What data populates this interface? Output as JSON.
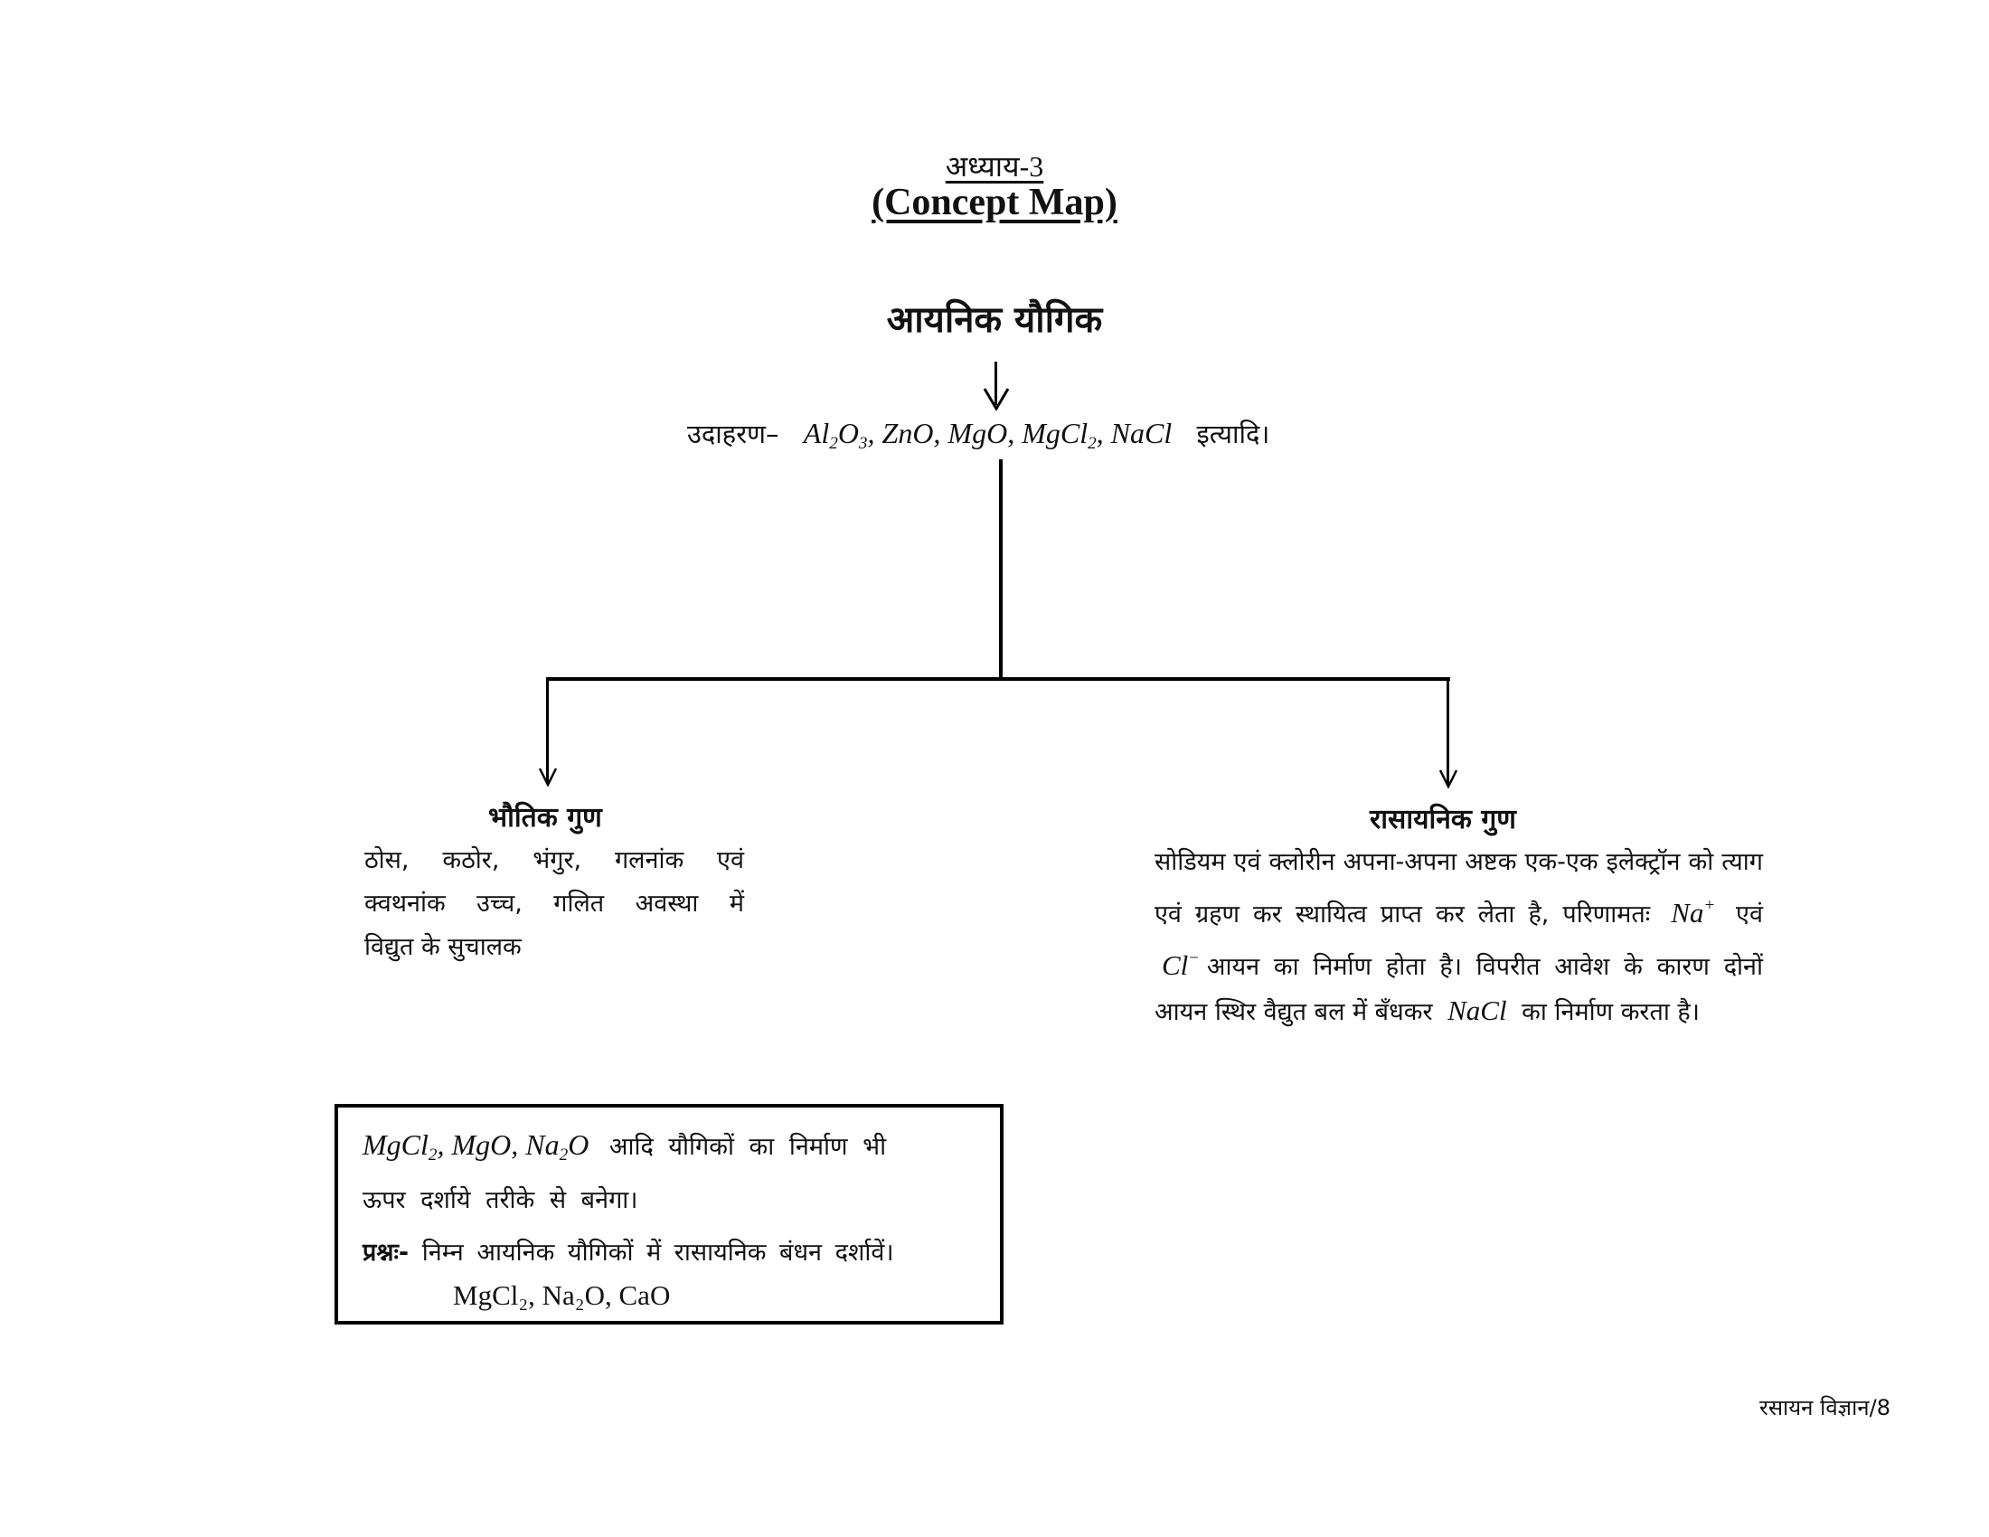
{
  "header": {
    "chapter": "अध्याय-3",
    "title": "(Concept Map)"
  },
  "concept_map": {
    "root": "आयनिक यौगिक",
    "examples": {
      "label": "उदाहरण–",
      "formulas": [
        "Al₂O₃",
        "ZnO",
        "MgO",
        "MgCl₂",
        "NaCl"
      ],
      "suffix": "इत्यादि।"
    },
    "branches": [
      {
        "title": "भौतिक गुण",
        "lines": [
          "ठोस, कठोर, भंगुर, गलनांक एवं",
          "क्वथनांक उच्च, गलित अवस्था में",
          "विद्युत के सुचालक"
        ]
      },
      {
        "title": "रासायनिक गुण",
        "text_1": "सोडियम एवं क्लोरीन अपना-अपना अष्टक एक-एक इलेक्ट्रॉन को त्याग एवं ग्रहण कर स्थायित्व प्राप्त कर लेता है, परिणामतः",
        "ion_1_base": "Na",
        "ion_1_charge": "+",
        "connector": "एवं",
        "ion_2_base": "Cl",
        "ion_2_charge": "−",
        "text_2": "आयन का निर्माण होता है। विपरीत आवेश के कारण दोनों आयन स्थिर वैद्युत बल में बँधकर",
        "product": "NaCl",
        "text_3": "का निर्माण करता है।"
      }
    ]
  },
  "note_box": {
    "formula_a": "MgCl",
    "formula_a_sub": "2",
    "formula_b": "MgO",
    "formula_c": "Na",
    "formula_c_sub": "2",
    "formula_c_end": "O",
    "line_1_text": "आदि यौगिकों का निर्माण भी",
    "line_2_text": "ऊपर दर्शाये तरीके से बनेगा।",
    "question_label": "प्रश्नः-",
    "question_text": "निम्न आयनिक यौगिकों में रासायनिक बंधन दर्शावें।",
    "question_formulas": "MgCl₂, Na₂O, CaO"
  },
  "footer": {
    "subject": "रसायन विज्ञान",
    "page": "8"
  }
}
